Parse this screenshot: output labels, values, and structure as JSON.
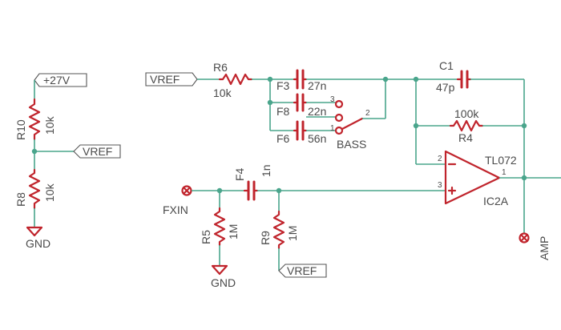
{
  "supply": {
    "plus27": "+27V",
    "gnd": "GND"
  },
  "vref_label": "VREF",
  "resistors": {
    "r10": {
      "name": "R10",
      "value": "10k"
    },
    "r8": {
      "name": "R8",
      "value": "10k"
    },
    "r6": {
      "name": "R6",
      "value": "10k"
    },
    "r5": {
      "name": "R5",
      "value": "1M"
    },
    "r9": {
      "name": "R9",
      "value": "1M"
    },
    "r4": {
      "name": "R4",
      "value": "100k"
    }
  },
  "capacitors": {
    "f3": {
      "name": "F3",
      "value": "27n"
    },
    "f8": {
      "name": "F8",
      "value": "22n"
    },
    "f6": {
      "name": "F6",
      "value": "56n"
    },
    "f4": {
      "name": "F4",
      "value": "1n"
    },
    "c1": {
      "name": "C1",
      "value": "47p"
    }
  },
  "switch": {
    "name": "BASS",
    "pins": [
      "3",
      "2",
      "1"
    ]
  },
  "opamp": {
    "part": "TL072",
    "ref": "IC2A",
    "pins": {
      "out": "1",
      "inv": "2",
      "noninv": "3"
    }
  },
  "connectors": {
    "input": "FXIN",
    "output": "AMP"
  },
  "colors": {
    "wire": "#4aa58c",
    "component": "#c0242c",
    "text": "#4a4a4a"
  }
}
